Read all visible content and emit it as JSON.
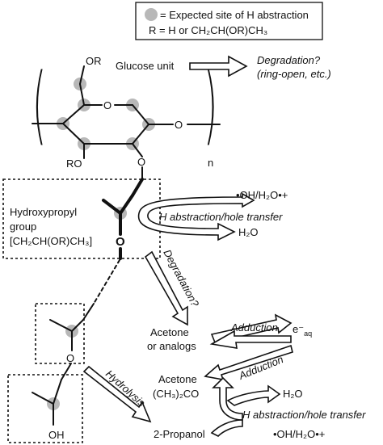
{
  "legend": {
    "line1": "= Expected site of H abstraction",
    "line2": "R = H or CH₂CH(OR)CH₃"
  },
  "glucose": {
    "label": "Glucose unit",
    "or_top": "OR",
    "ro_left": "RO",
    "o_ring": "O",
    "o_link": "O",
    "subscript_n": "n"
  },
  "degradation_top": {
    "line1": "Degradation?",
    "line2": "(ring-open, etc.)"
  },
  "hydroxypropyl": {
    "line1": "Hydroxypropyl",
    "line2": "group",
    "line3": "[CH₂CH(OR)CH₃]",
    "o_label": "O"
  },
  "radical_top": "•OH/H₂O•+",
  "h_abstraction_top": "H abstraction/hole transfer",
  "water_top": "H₂O",
  "degradation_mid": "Degradation?",
  "acetone_analogs": {
    "line1": "Acetone",
    "line2": "or analogs"
  },
  "adduction_top": "Adduction",
  "adduction_bottom": "Adduction",
  "electron": "e⁻",
  "electron_sub": "aq",
  "acetone": {
    "line1": "Acetone",
    "line2": "(CH₃)₂CO"
  },
  "water_bottom": "H₂O",
  "h_abstraction_bottom": "H abstraction/hole transfer",
  "radical_bottom": "•OH/H₂O•+",
  "propanol": "2-Propanol",
  "hydrolysis": "Hydrolysis",
  "lower_o": "O",
  "oh": "OH"
}
